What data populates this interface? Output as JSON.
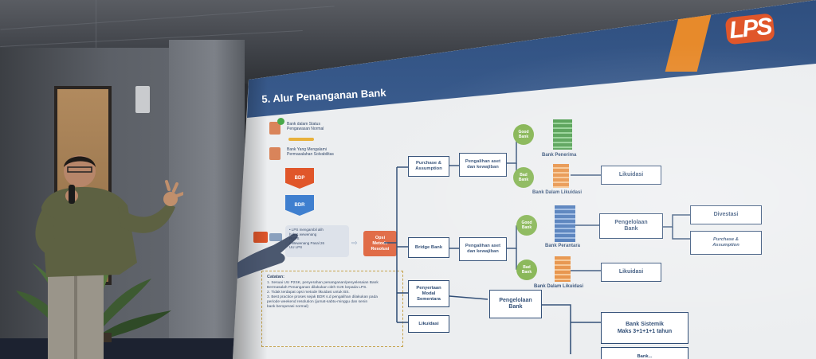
{
  "slide": {
    "title": "5. Alur Penanganan Bank",
    "logo": "LPS",
    "colors": {
      "header": "#2f4f7f",
      "accent": "#e78a2b",
      "good": "#7fb14a",
      "box_border": "#2c4a73"
    }
  },
  "legend": {
    "normal": "Bank dalam Status\nPengawasan Normal",
    "solvency": "Bank Yang Mengalami\nPermasalahan Solvabilitas",
    "bdp": "BDP",
    "bdr": "BDR",
    "takeover": "• LPS mengambil alih\n  hak & wewenang\n  RUPS\n• Wewenang Pasal 26\n  UU LPS",
    "opsi": "Opsi\nMetode\nResolusi"
  },
  "notes": {
    "title": "Catatan:",
    "items": "1. Sesuai UU P2SK, penyerahan penanganan/penyelesaian Bank\n    Bermasalah Penanganan dilakukan oleh OJK kepada LPS.\n2. Tidak terdapat opsi metode likuidasi untuk BS.\n3. Best practice proses sejak BDR s.d pengalihan dilakukan pada\n    periode weekend resolution (jumat-sabtu-minggu dan senin\n    bank beroperasi normal)"
  },
  "flow": {
    "purchase": "Purchase &\nAssumption",
    "pengalihan1": "Pengalihan aset\ndan kewajiban",
    "good": "Good\nBank",
    "bad": "Bad\nBank",
    "penerima": "Bank Penerima",
    "dalam_likuidasi": "Bank Dalam Likuidasi",
    "likuidasi": "Likuidasi",
    "bridge": "Bridge Bank",
    "pengalihan2": "Pengalihan aset\ndan kewajiban",
    "perantara": "Bank Perantara",
    "pengelolaan": "Pengelolaan\nBank",
    "divestasi": "Divestasi",
    "purchase2": "Purchase &\nAssumption",
    "penyertaan": "Penyertaan\nModal\nSementara",
    "sistemik": "Bank Sistemik\nMaks 3+1+1+1 tahun",
    "bank_cut": "Bank..."
  }
}
